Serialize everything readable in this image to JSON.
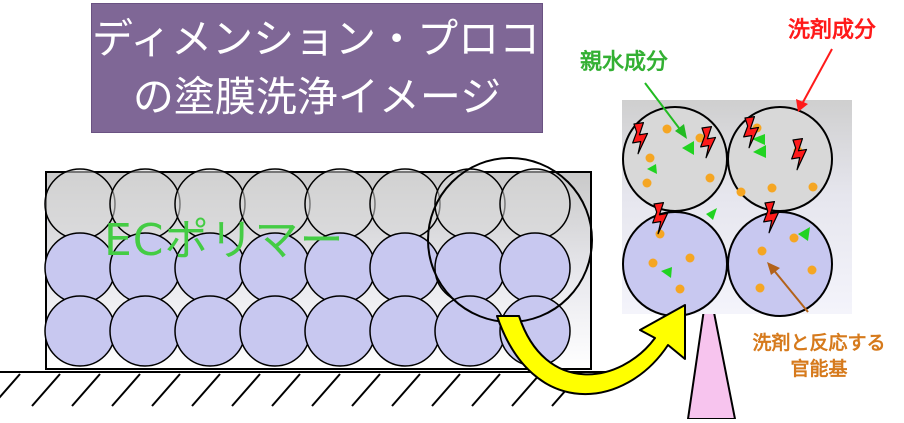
{
  "title": {
    "line1": "ディメンション・プロコート",
    "line2": "の塗膜洗浄イメージ"
  },
  "labels": {
    "polymer": "ECポリマー",
    "hydrophilic": "親水成分",
    "detergent": "洗剤成分",
    "reactive_line1": "洗剤と反応する",
    "reactive_line2": "官能基"
  },
  "colors": {
    "title_bg": "#7f6796",
    "hydrophilic_label": "#33b033",
    "detergent_label": "#ff1a1a",
    "reactive_label": "#d67a1c",
    "particle": "#f5a623",
    "lightning": "#ff1a1a",
    "wedge": "#21d321",
    "lower_sphere": "#c8c8f0",
    "upper_sphere": "#d8d8d8",
    "arrow": "#ffff00",
    "pink_spike": "#f7c4ee"
  }
}
